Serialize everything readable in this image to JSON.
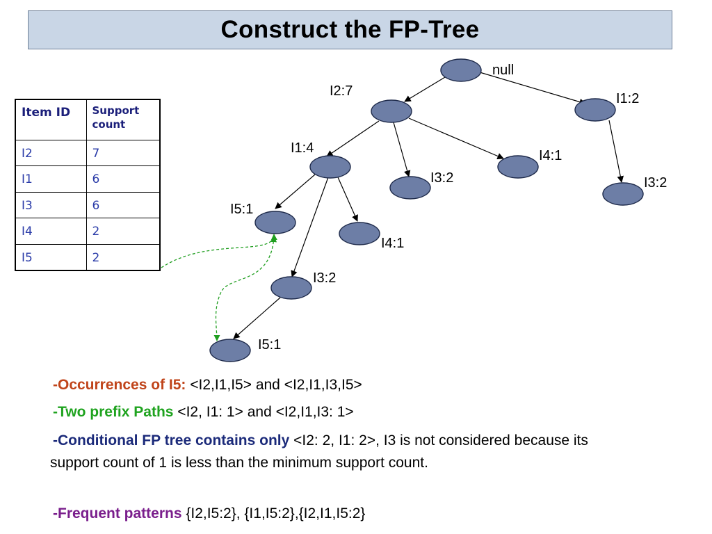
{
  "title": "Construct the FP-Tree",
  "table": {
    "headers": [
      "Item ID",
      "Support",
      "count"
    ],
    "rows": [
      {
        "item": "I2",
        "count": "7"
      },
      {
        "item": "I1",
        "count": "6"
      },
      {
        "item": "I3",
        "count": "6"
      },
      {
        "item": "I4",
        "count": "2"
      },
      {
        "item": "I5",
        "count": "2"
      }
    ]
  },
  "tree": {
    "node_labels": {
      "root": "null",
      "i2": "I2:7",
      "i1_top": "I1:2",
      "i1": "I1:4",
      "i3_a": "I3:2",
      "i4_a": "I4:1",
      "i3_right": "I3:2",
      "i5_a": "I5:1",
      "i4_b": "I4:1",
      "i3_b": "I3:2",
      "i5_b": "I5:1"
    },
    "colors": {
      "node_fill": "#6d7ea6",
      "node_stroke": "#1e2a4a",
      "link_dashed": "#1f9e1f"
    }
  },
  "bullets": [
    {
      "head": "-Occurrences of I5:",
      "text": " <I2,I1,I5> and <I2,I1,I3,I5>",
      "color": "#c0441a"
    },
    {
      "head": "-Two prefix Paths",
      "text": " <I2, I1: 1> and <I2,I1,I3: 1>",
      "color": "#1fa31f"
    },
    {
      "head": "-Conditional FP tree contains only",
      "text": "  <I2: 2, I1: 2>, I3 is not considered because its support count of 1 is less than the minimum support count.",
      "color": "#1b2a7a"
    },
    {
      "head": "-Frequent patterns",
      "text": " {I2,I5:2}, {I1,I5:2},{I2,I1,I5:2}",
      "color": "#7a1e8c"
    }
  ]
}
